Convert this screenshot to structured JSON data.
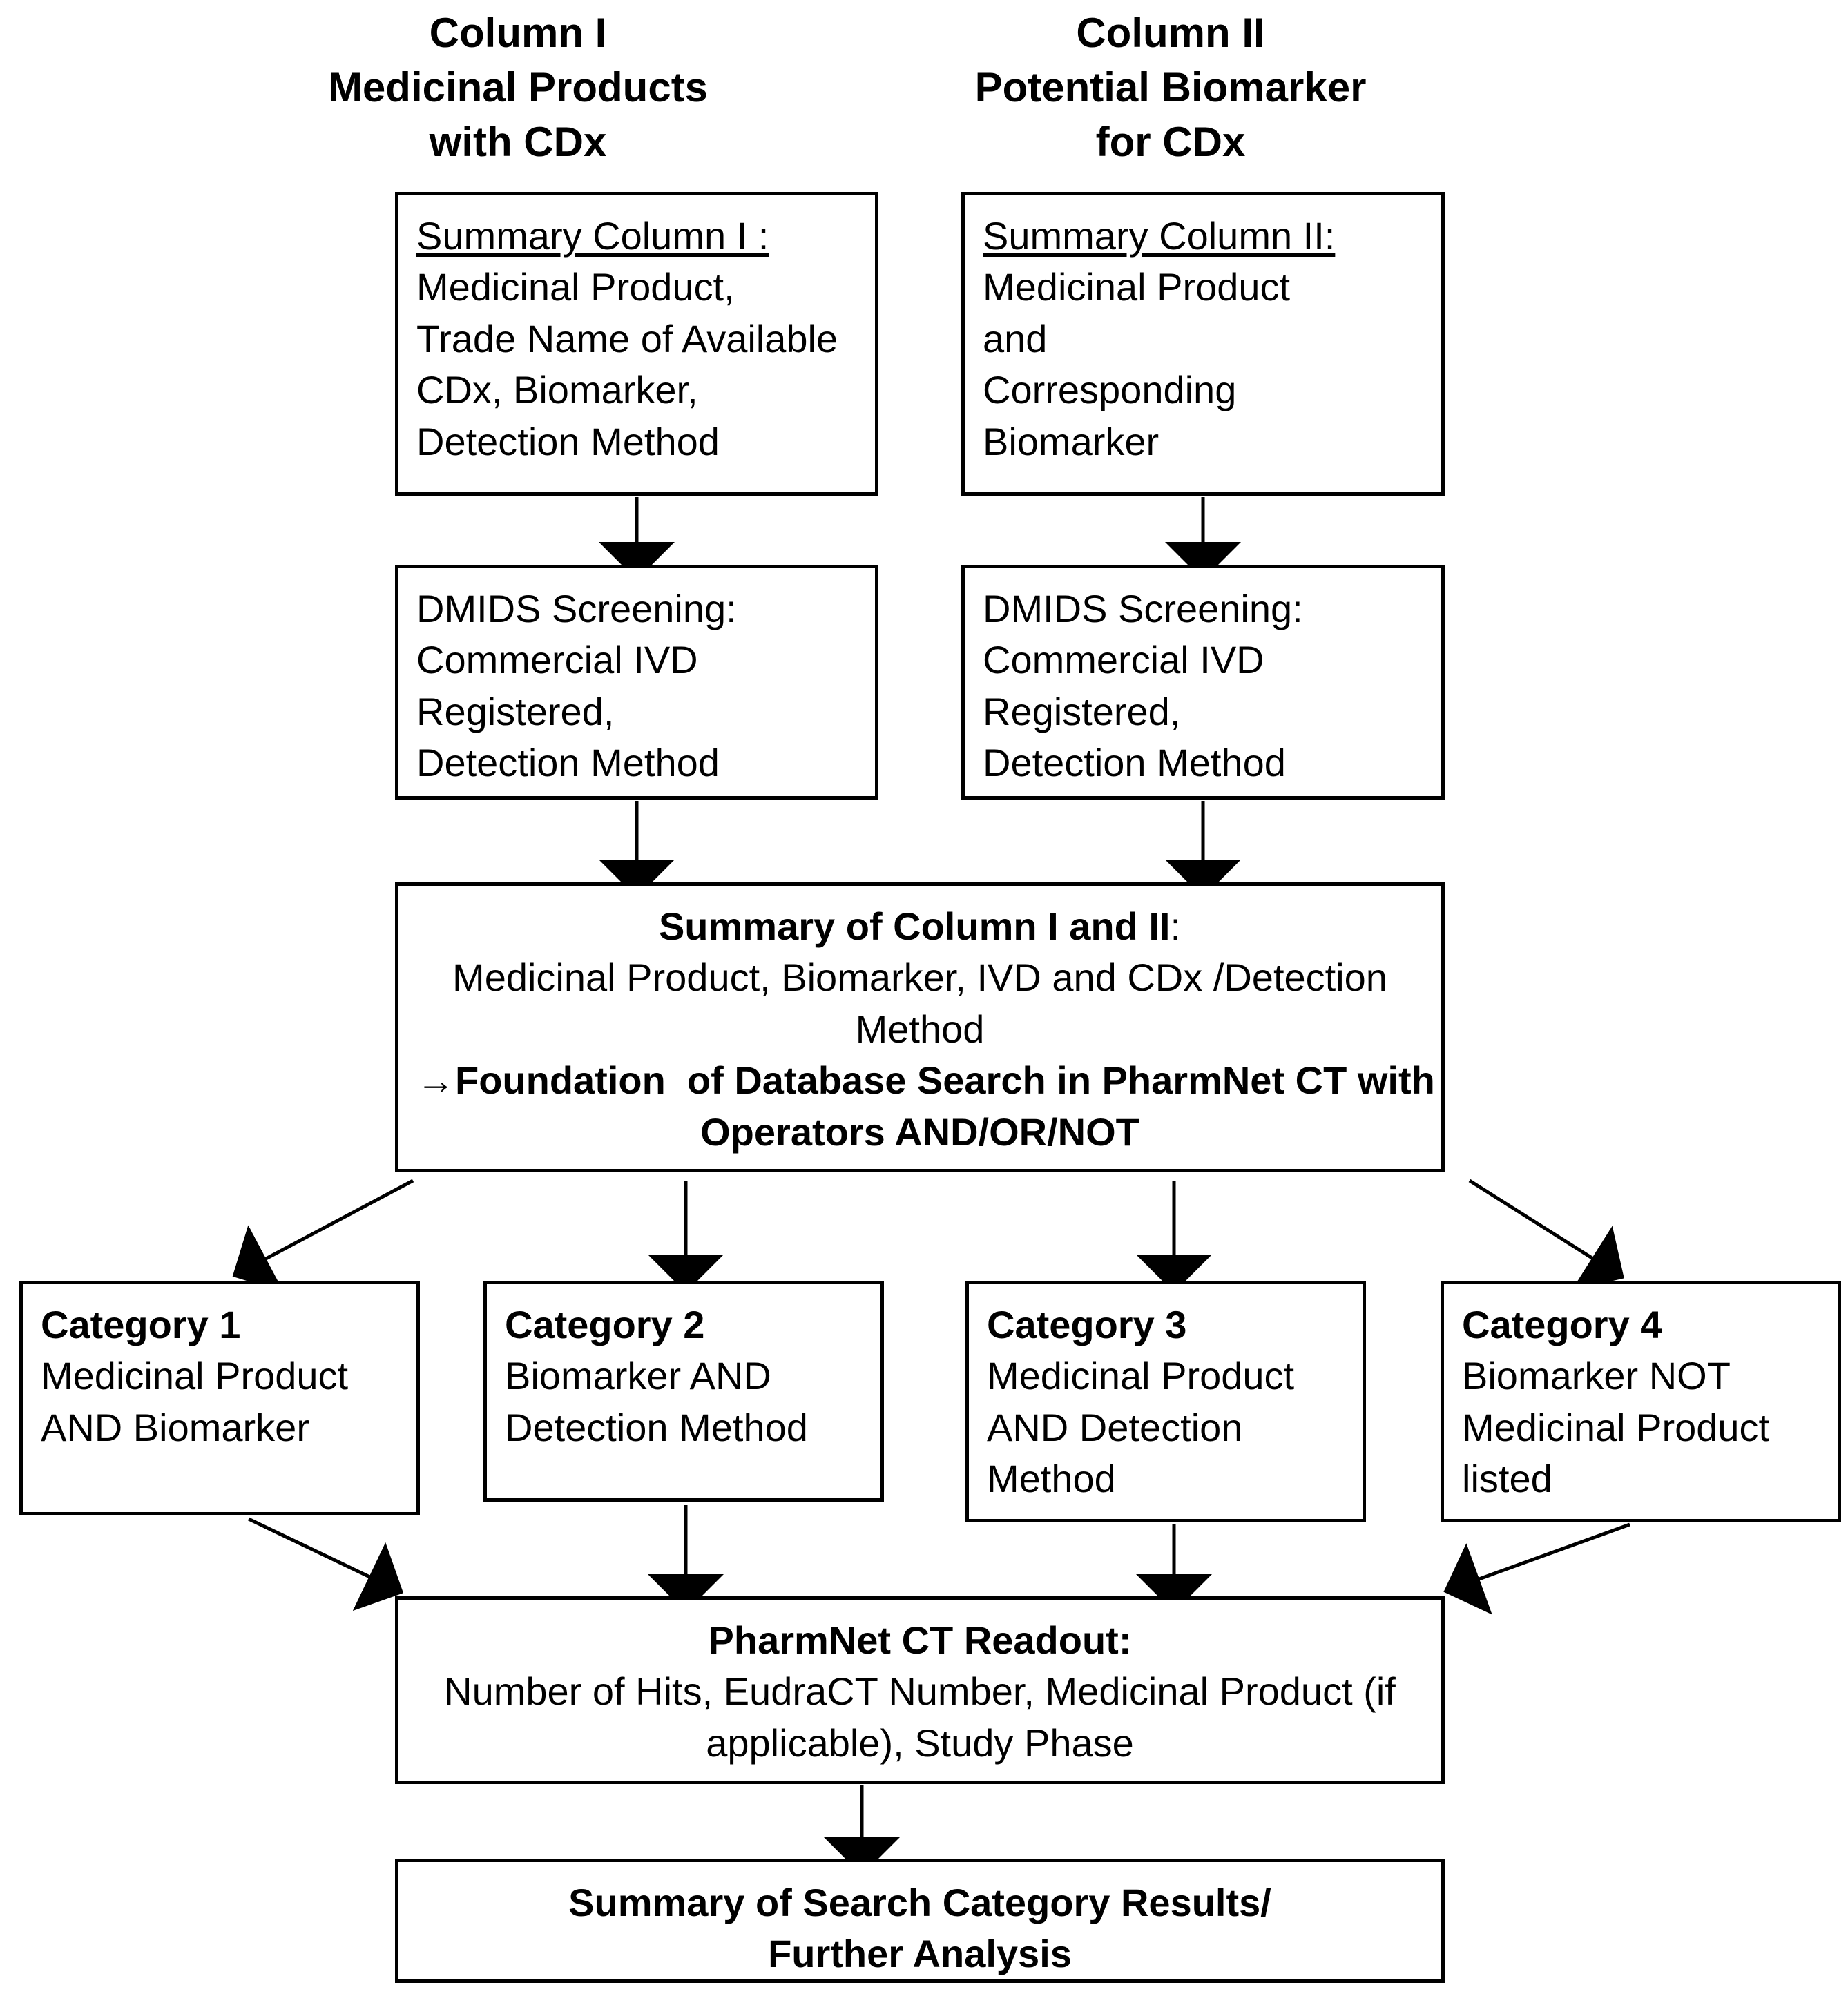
{
  "diagram": {
    "title_left": "Column I\nMedicinal Products\nwith CDx",
    "title_right": "Column II\nPotential Biomarker\nfor CDx",
    "headers": {
      "col1_l1": "Column I",
      "col1_l2": "Medicinal Products",
      "col1_l3": "with CDx",
      "col2_l1": "Column II",
      "col2_l2": "Potential Biomarker",
      "col2_l3": "for CDx"
    },
    "nodes": {
      "summary_col1": {
        "heading": "Summary Column I :",
        "l1": "Medicinal Product,",
        "l2": "Trade Name of Available",
        "l3": "CDx, Biomarker,",
        "l4": "Detection Method"
      },
      "summary_col2": {
        "heading": "Summary Column II:",
        "l1": "Medicinal Product",
        "l2": "and",
        "l3": "Corresponding",
        "l4": "Biomarker"
      },
      "dmids_col1": {
        "l1": "DMIDS Screening:",
        "l2": "Commercial IVD",
        "l3": "Registered,",
        "l4": "Detection Method"
      },
      "dmids_col2": {
        "l1": "DMIDS Screening:",
        "l2": "Commercial IVD",
        "l3": "Registered,",
        "l4": "Detection Method"
      },
      "combined_summary": {
        "heading": "Summary of Column I and II",
        "heading_colon": ":",
        "l1": "Medicinal Product, Biomarker, IVD and CDx /Detection",
        "l2": "Method",
        "arrow": "→",
        "l3": "Foundation  of Database Search in PharmNet CT with",
        "l4": "Operators AND/OR/NOT"
      },
      "category_1": {
        "title": "Category 1",
        "l1": "Medicinal Product",
        "l2": "AND Biomarker"
      },
      "category_2": {
        "title": "Category 2",
        "l1": "Biomarker AND",
        "l2": "Detection Method"
      },
      "category_3": {
        "title": "Category 3",
        "l1": "Medicinal Product",
        "l2": "AND Detection",
        "l3": "Method"
      },
      "category_4": {
        "title": "Category 4",
        "l1": "Biomarker NOT",
        "l2": "Medicinal Product",
        "l3": "listed"
      },
      "readout": {
        "heading": "PharmNet CT Readout:",
        "l1": "Number of Hits, EudraCT Number, Medicinal Product (if",
        "l2": "applicable), Study Phase"
      },
      "final": {
        "l1": "Summary of Search Category Results/",
        "l2": "Further Analysis"
      }
    },
    "colors": {
      "stroke": "#000000",
      "background": "#ffffff",
      "text": "#000000"
    }
  }
}
